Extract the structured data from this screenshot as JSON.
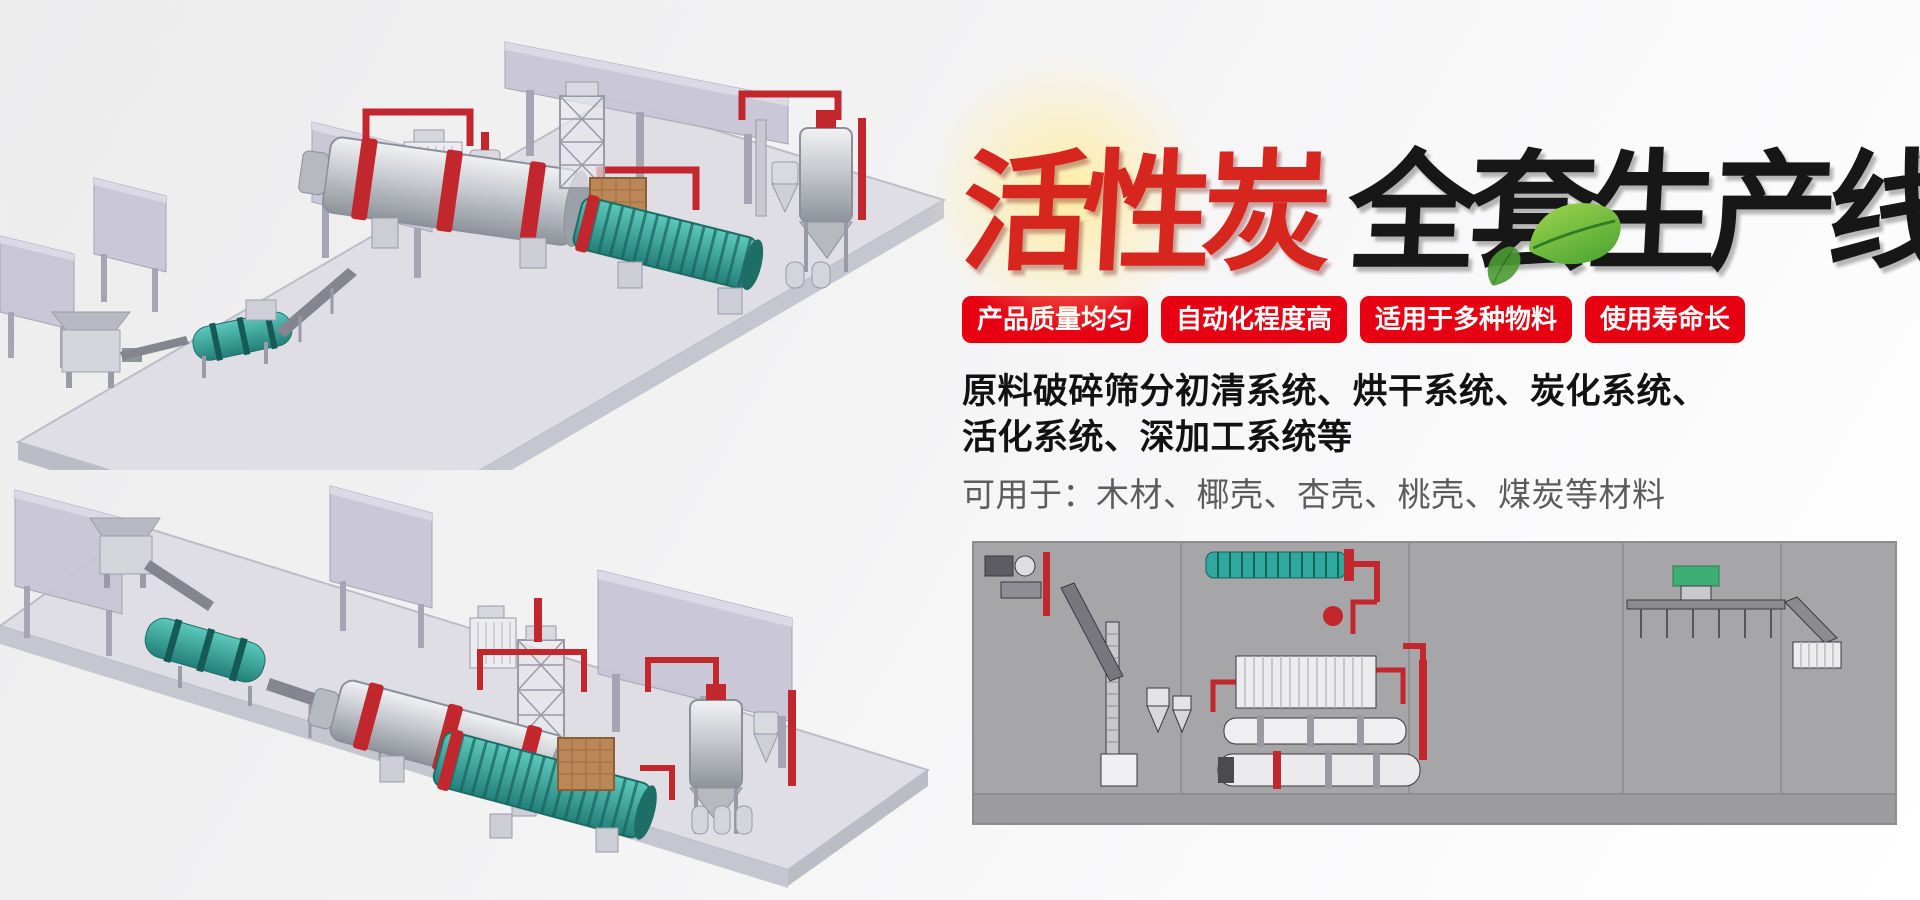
{
  "banner": {
    "title": {
      "red": "活性炭",
      "black": "全套生产线"
    },
    "badges": [
      {
        "label": "产品质量均匀"
      },
      {
        "label": "自动化程度高"
      },
      {
        "label": "适用于多种物料"
      },
      {
        "label": "使用寿命长"
      }
    ],
    "description": {
      "line1": "原料破碎筛分初清系统、烘干系统、炭化系统、",
      "line2": "活化系统、深加工系统等",
      "usage": "可用于：木材、椰壳、杏壳、桃壳、煤炭等材料"
    },
    "colors": {
      "badge_bg": "#e60012",
      "title_red": "#d7261d",
      "title_black": "#171717",
      "description_text": "#121212",
      "usage_text": "#5c5c5c",
      "leaf_green": "#59a832",
      "pipe_red": "#c1272d",
      "drum_teal": "#2fa89e"
    }
  }
}
